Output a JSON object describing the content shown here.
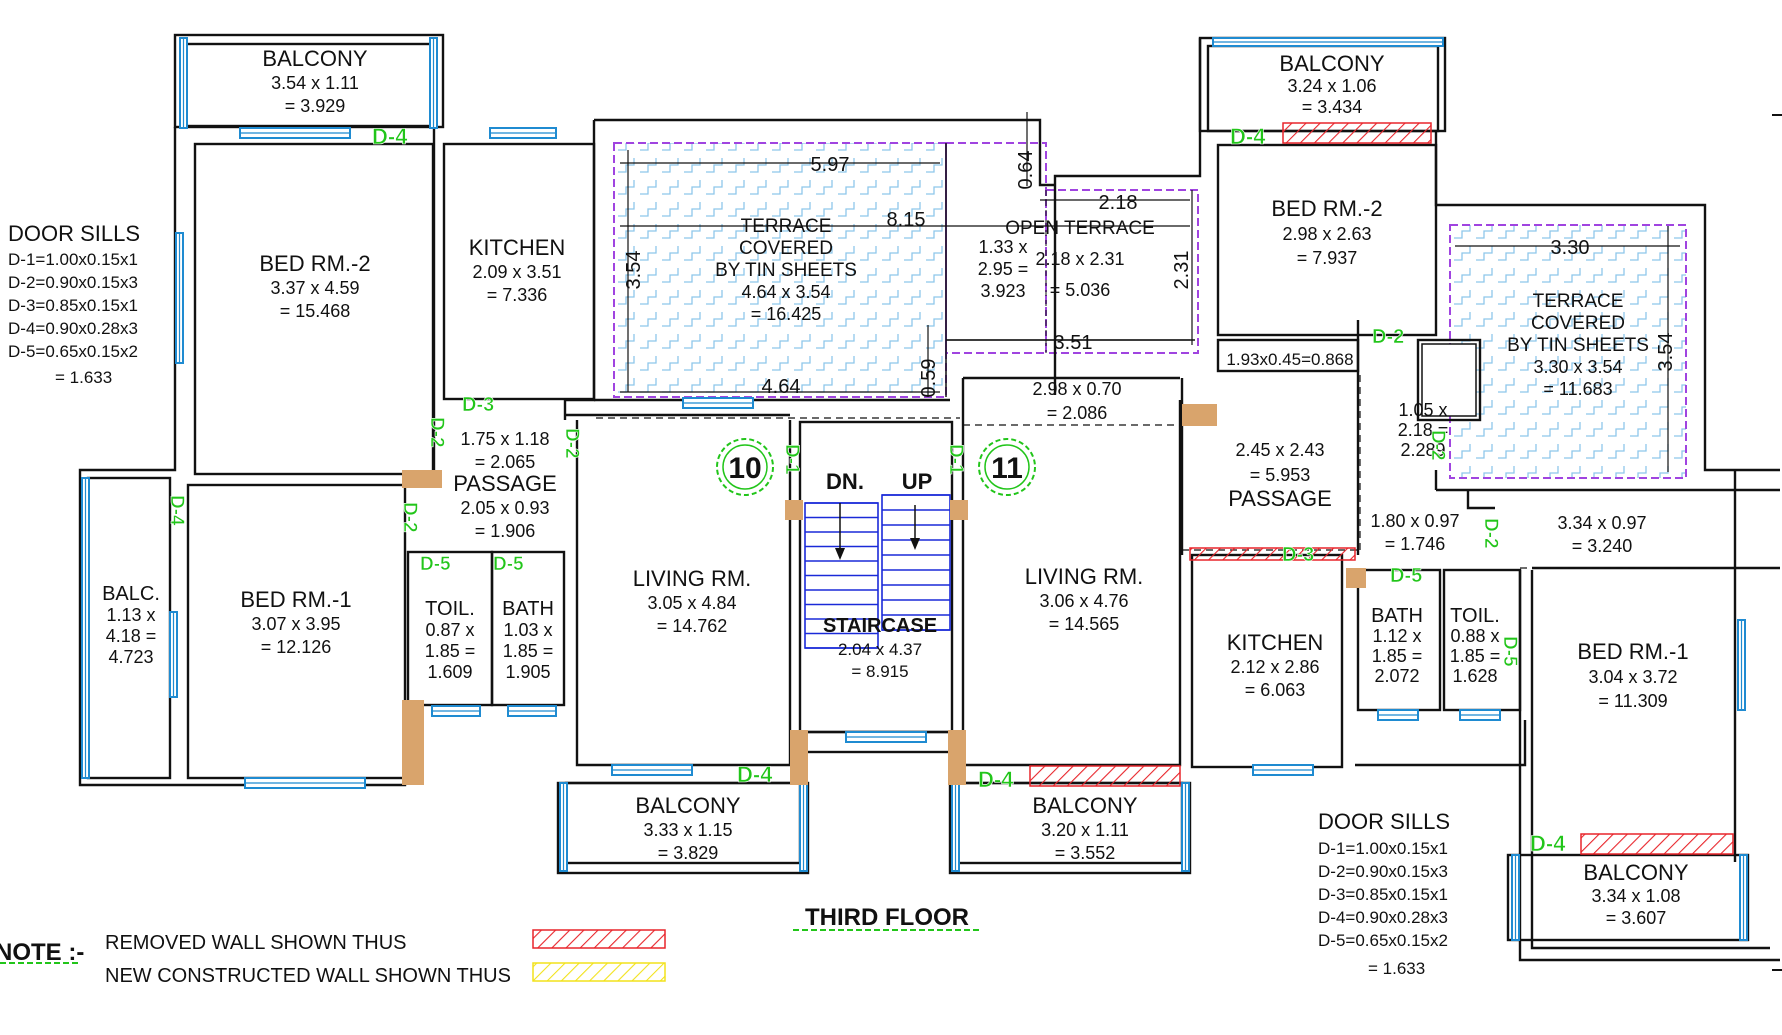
{
  "floor_title": "THIRD FLOOR",
  "colors": {
    "wall": "#111111",
    "window": "#1f8bd1",
    "door_label": "#22c51a",
    "door_block": "#d9a46c",
    "removed_wall": "#e8252b",
    "new_wall": "#f2e21b",
    "terrace_outline": "#a044e0",
    "terrace_fill": "#8ec7ea"
  },
  "door_sills_left": {
    "title": "DOOR SILLS",
    "items": [
      "D-1=1.00x0.15x1",
      "D-2=0.90x0.15x3",
      "D-3=0.85x0.15x1",
      "D-4=0.90x0.28x3",
      "D-5=0.65x0.15x2",
      "= 1.633"
    ]
  },
  "door_sills_right": {
    "title": "DOOR SILLS",
    "items": [
      "D-1=1.00x0.15x1",
      "D-2=0.90x0.15x3",
      "D-3=0.85x0.15x1",
      "D-4=0.90x0.28x3",
      "D-5=0.65x0.15x2",
      "= 1.633"
    ]
  },
  "note": {
    "label": "NOTE :-",
    "removed": "REMOVED WALL SHOWN THUS",
    "new": "NEW CONSTRUCTED WALL SHOWN THUS"
  },
  "flats": {
    "left": "10",
    "right": "11"
  },
  "stair": {
    "dn": "DN.",
    "up": "UP",
    "name": "STAIRCASE",
    "dims": "2.04 x 4.37",
    "area": "= 8.915"
  },
  "rooms": {
    "balcony_tl": [
      "BALCONY",
      "3.54 x 1.11",
      "= 3.929"
    ],
    "bed2_l": [
      "BED RM.-2",
      "3.37 x 4.59",
      "= 15.468"
    ],
    "kitchen_l": [
      "KITCHEN",
      "2.09 x 3.51",
      "= 7.336"
    ],
    "terrace_c": [
      "TERRACE",
      "COVERED",
      "BY TIN SHEETS",
      "4.64 x 3.54",
      "= 16.425"
    ],
    "open_terr_a": [
      "1.33 x",
      "2.95 =",
      "3.923"
    ],
    "open_terr_b": [
      "OPEN TERRACE",
      "2.18 x 2.31",
      "= 5.036"
    ],
    "passage_l": [
      "1.75 x 1.18",
      "= 2.065",
      "PASSAGE",
      "2.05 x 0.93",
      "= 1.906"
    ],
    "balc_l": [
      "BALC.",
      "1.13 x",
      "4.18 =",
      "4.723"
    ],
    "bed1_l": [
      "BED RM.-1",
      "3.07 x 3.95",
      "= 12.126"
    ],
    "toil_l": [
      "TOIL.",
      "0.87 x",
      "1.85 =",
      "1.609"
    ],
    "bath_l": [
      "BATH",
      "1.03 x",
      "1.85 =",
      "1.905"
    ],
    "living_l": [
      "LIVING RM.",
      "3.05 x 4.84",
      "= 14.762"
    ],
    "balcony_bl": [
      "BALCONY",
      "3.33 x 1.15",
      "= 3.829"
    ],
    "balcony_br": [
      "BALCONY",
      "3.20 x 1.11",
      "= 3.552"
    ],
    "living_r": [
      "LIVING RM.",
      "3.06 x 4.76",
      "= 14.565"
    ],
    "strip_r": [
      "2.98 x 0.70",
      "= 2.086"
    ],
    "passage_r": [
      "2.45 x 2.43",
      "= 5.953",
      "PASSAGE"
    ],
    "kitchen_r": [
      "KITCHEN",
      "2.12 x 2.86",
      "= 6.063"
    ],
    "balcony_tr": [
      "BALCONY",
      "3.24 x 1.06",
      "= 3.434"
    ],
    "bed2_r": [
      "BED RM.-2",
      "2.98 x 2.63",
      "= 7.937"
    ],
    "small_r": [
      "1.93x0.45=0.868"
    ],
    "ped_r": [
      "1.05 x",
      "2.18 =",
      "2.289"
    ],
    "terrace_r": [
      "TERRACE",
      "COVERED",
      "BY TIN SHEETS",
      "3.30 x 3.54",
      "= 11.683"
    ],
    "ped_r2": [
      "1.80 x 0.97",
      "= 1.746"
    ],
    "corr_r": [
      "3.34 x 0.97",
      "= 3.240"
    ],
    "bath_r": [
      "BATH",
      "1.12 x",
      "1.85 =",
      "2.072"
    ],
    "toil_r": [
      "TOIL.",
      "0.88 x",
      "1.85 =",
      "1.628"
    ],
    "bed1_r": [
      "BED RM.-1",
      "3.04 x 3.72",
      "= 11.309"
    ],
    "balcony_r": [
      "BALCONY",
      "3.34 x 1.08",
      "= 3.607"
    ]
  },
  "dims": {
    "d597": "5.97",
    "d815": "8.15",
    "d064": "0.64",
    "d218": "2.18",
    "d231": "2.31",
    "d354": "3.54",
    "d351": "3.51",
    "d059": "0.59",
    "d464": "4.64",
    "d330": "3.30",
    "d354r": "3.54"
  },
  "doors": {
    "d4": "D-4",
    "d3": "D-3",
    "d2": "D-2",
    "d5": "D-5",
    "d1": "D-1"
  }
}
